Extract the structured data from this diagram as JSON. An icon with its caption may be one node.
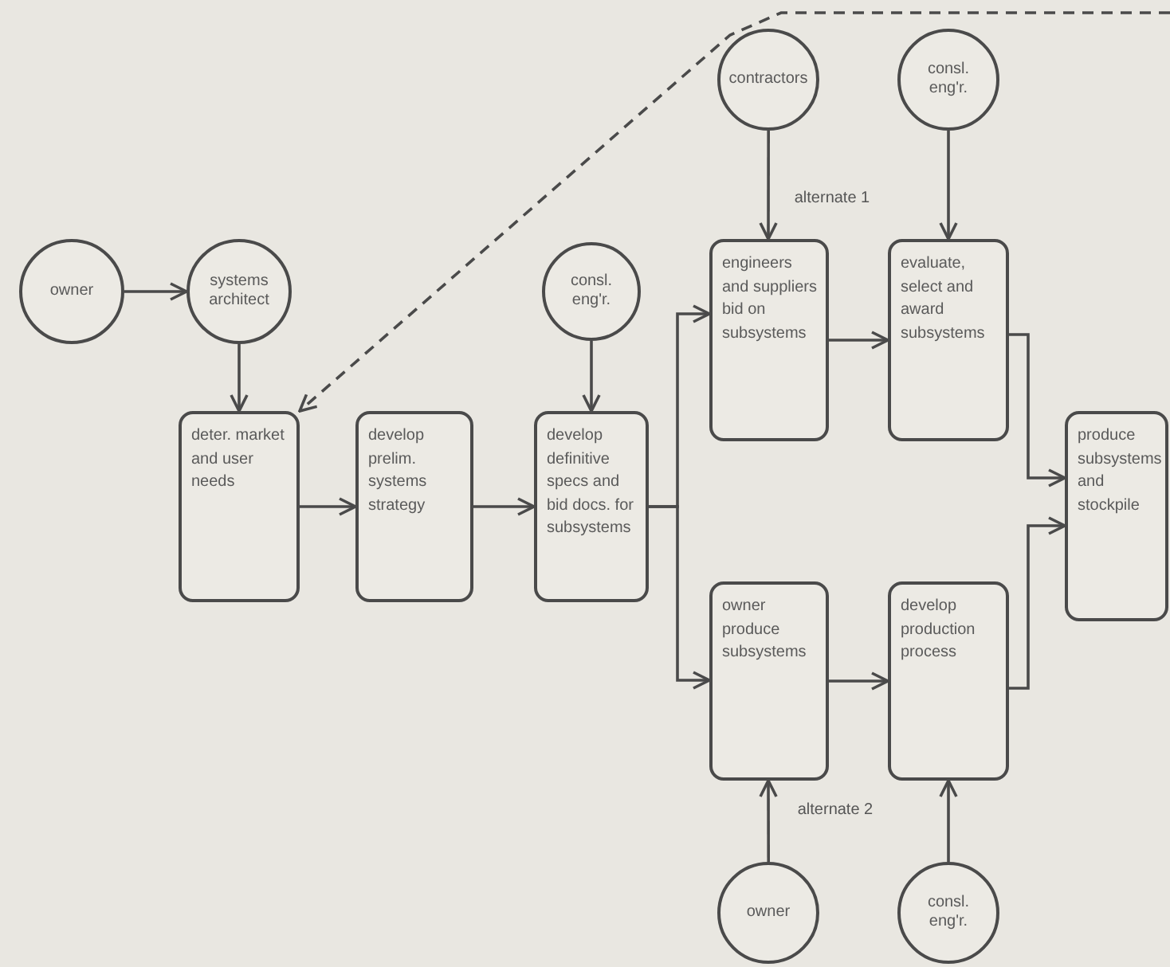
{
  "diagram": {
    "nodes": [
      {
        "text": [
          "owner"
        ]
      },
      {
        "text": [
          "systems architect"
        ]
      },
      {
        "text": [
          "deter. market and user needs"
        ]
      },
      {
        "text": [
          "develop prelim. systems strategy"
        ]
      },
      {
        "text": [
          "consl. eng'r."
        ]
      },
      {
        "text": [
          "develop definitive specs and bid docs. for subsystems"
        ]
      },
      {
        "text": [
          "contractors"
        ]
      },
      {
        "text": [
          "engineers and suppliers bid on subsystems"
        ]
      },
      {
        "text": [
          "consl. eng'r."
        ]
      },
      {
        "text": [
          "evaluate, select and award subsystems"
        ]
      },
      {
        "text": [
          "produce subsystems and stockpile"
        ]
      },
      {
        "text": [
          "owner produce subsystems"
        ]
      },
      {
        "text": [
          "develop production process"
        ]
      },
      {
        "text": [
          "owner"
        ]
      },
      {
        "text": [
          "consl. eng'r."
        ]
      }
    ],
    "edges": [
      {
        "from": 0,
        "to": 1,
        "arrow": "to"
      },
      {
        "from": 1,
        "to": 2,
        "arrow": "to"
      },
      {
        "from": 2,
        "to": 3,
        "arrow": "to"
      },
      {
        "from": 3,
        "to": 5,
        "arrow": "to"
      },
      {
        "from": 4,
        "to": 5,
        "arrow": "to"
      },
      {
        "from": 5,
        "to": 7,
        "arrow": "to"
      },
      {
        "from": 5,
        "to": 11,
        "arrow": "to"
      },
      {
        "from": 6,
        "to": 7,
        "arrow": "to"
      },
      {
        "from": 7,
        "to": 9,
        "arrow": "to"
      },
      {
        "from": 8,
        "to": 9,
        "arrow": "to"
      },
      {
        "from": 9,
        "to": 10,
        "arrow": "to"
      },
      {
        "from": 11,
        "to": 12,
        "arrow": "to"
      },
      {
        "from": 12,
        "to": 10,
        "arrow": "to"
      },
      {
        "from": 13,
        "to": 11,
        "arrow": "to"
      },
      {
        "from": 14,
        "to": 12,
        "arrow": "to"
      },
      {
        "from": null,
        "to": 2,
        "arrow": "to",
        "style": "dashed"
      }
    ],
    "labels": [
      "alternate 1",
      "alternate 2"
    ]
  }
}
